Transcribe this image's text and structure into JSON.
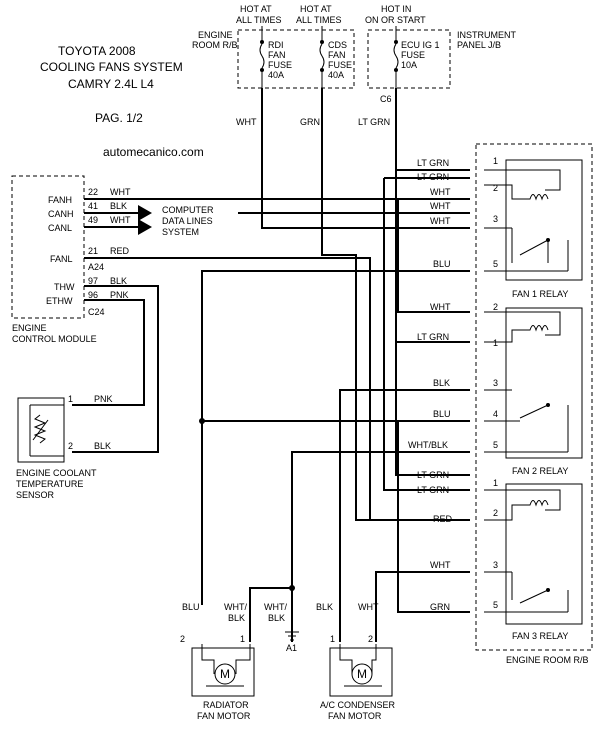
{
  "title": {
    "line1": "TOYOTA 2008",
    "line2": "COOLING FANS SYSTEM",
    "line3": "CAMRY 2.4L L4",
    "page": "PAG. 1/2",
    "website": "automecanico.com"
  },
  "top": {
    "hot1": [
      "HOT AT",
      "ALL TIMES"
    ],
    "hot2": [
      "HOT AT",
      "ALL TIMES"
    ],
    "hot3": [
      "HOT IN",
      "ON OR START"
    ],
    "engine_room_rb": [
      "ENGINE",
      "ROOM R/B"
    ],
    "instrument_panel": [
      "INSTRUMENT",
      "PANEL J/B"
    ],
    "fuse1": [
      "RDI",
      "FAN",
      "FUSE",
      "40A"
    ],
    "fuse2": [
      "CDS",
      "FAN",
      "FUSE",
      "40A"
    ],
    "fuse3": [
      "ECU IG 1",
      "FUSE",
      "10A"
    ],
    "c6": "C6",
    "wire1": "WHT",
    "wire2": "GRN",
    "wire3": "LT GRN"
  },
  "ecm": {
    "label": [
      "ENGINE",
      "CONTROL MODULE"
    ],
    "pins": [
      {
        "name": "FANH",
        "num": "22",
        "color": "WHT"
      },
      {
        "name": "CANH",
        "num": "41",
        "color": "BLK"
      },
      {
        "name": "CANL",
        "num": "49",
        "color": "WHT"
      },
      {
        "name": "FANL",
        "num": "21",
        "color": "RED"
      },
      {
        "name": "THW",
        "num": "97",
        "color": "BLK"
      },
      {
        "name": "ETHW",
        "num": "96",
        "color": "PNK"
      }
    ],
    "conn_a24": "A24",
    "conn_c24": "C24",
    "data_lines": [
      "COMPUTER",
      "DATA LINES",
      "SYSTEM"
    ]
  },
  "sensor": {
    "label": [
      "ENGINE COOLANT",
      "TEMPERATURE",
      "SENSOR"
    ],
    "pin1": "1",
    "pin2": "2",
    "wire1": "PNK",
    "wire2": "BLK"
  },
  "relays": {
    "fan1": {
      "label": "FAN 1 RELAY",
      "pins": [
        {
          "num": "1",
          "color": "LT GRN"
        },
        {
          "num": "2",
          "color": "WHT"
        },
        {
          "num": "3",
          "color": "WHT"
        },
        {
          "num": "5",
          "color": "BLU"
        }
      ],
      "extra_colors": [
        "LT GRN",
        "WHT"
      ]
    },
    "fan2": {
      "label": "FAN 2 RELAY",
      "pins": [
        {
          "num": "2",
          "color": "WHT"
        },
        {
          "num": "1",
          "color": "LT GRN"
        },
        {
          "num": "3",
          "color": "BLK"
        },
        {
          "num": "4",
          "color": "BLU"
        },
        {
          "num": "5",
          "color": "WHT/BLK"
        }
      ]
    },
    "fan3": {
      "label": "FAN 3 RELAY",
      "pins": [
        {
          "num": "1",
          "color": "LT GRN"
        },
        {
          "num": "2",
          "color": "RED"
        },
        {
          "num": "3",
          "color": "WHT"
        },
        {
          "num": "5",
          "color": "GRN"
        }
      ],
      "extra_colors": [
        "LT GRN"
      ]
    },
    "box_label": "ENGINE ROOM R/B"
  },
  "motors": {
    "radiator": {
      "label": [
        "RADIATOR",
        "FAN MOTOR"
      ],
      "pin_left": "2",
      "pin_right": "1",
      "wire_left": "BLU",
      "wire_right": [
        "WHT/",
        "BLK"
      ]
    },
    "condenser": {
      "label": [
        "A/C CONDENSER",
        "FAN MOTOR"
      ],
      "pin_left": "1",
      "pin_right": "2",
      "wire_left": "BLK",
      "wire_right": "WHT"
    },
    "motor_symbol": "M"
  },
  "ground": {
    "label": "A1",
    "wire": [
      "WHT/",
      "BLK"
    ]
  },
  "colors": {
    "line": "#000000",
    "background": "#ffffff"
  }
}
